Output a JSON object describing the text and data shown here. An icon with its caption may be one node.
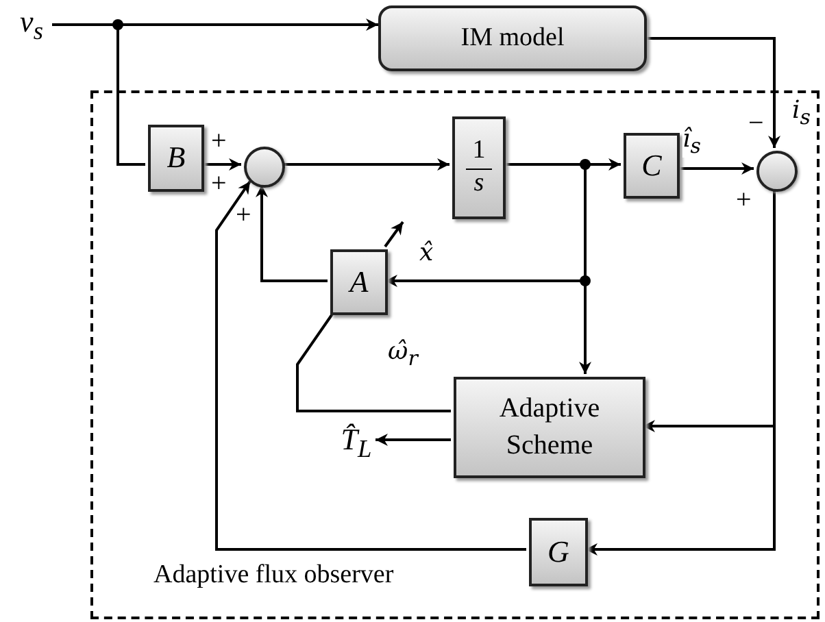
{
  "diagram": {
    "nodes": [
      {
        "text": [
          "v$_{s}$"
        ]
      },
      {
        "text": [
          "IM model"
        ]
      },
      {
        "text": [
          "Adaptive flux observer"
        ]
      },
      {
        "text": [
          "B"
        ],
        "in": 2
      },
      {
        "text": [],
        "shape": "circle",
        "in": 2
      },
      {
        "text": [
          "1",
          "s"
        ],
        "in": 2
      },
      {
        "text": [
          "C"
        ],
        "in": 2
      },
      {
        "text": [],
        "shape": "circle",
        "in": 2
      },
      {
        "text": [
          "A"
        ],
        "in": 2
      },
      {
        "text": [
          "Adaptive Scheme"
        ],
        "in": 2
      },
      {
        "text": [
          "G"
        ],
        "in": 2
      },
      {
        "text": [
          "T̂$_{L}$"
        ],
        "in": 2
      }
    ],
    "edges": [
      {
        "from": 0,
        "to": 1,
        "arrow": "to"
      },
      {
        "from": 0,
        "to": 3,
        "arrow": "none"
      },
      {
        "from": 3,
        "to": 4,
        "arrow": "to"
      },
      {
        "from": 4,
        "to": 5,
        "arrow": "to"
      },
      {
        "from": 5,
        "to": 6,
        "arrow": "to"
      },
      {
        "from": 5,
        "to": 8,
        "arrow": "to",
        "label": "x̂"
      },
      {
        "from": 5,
        "to": 9,
        "arrow": "to"
      },
      {
        "from": 6,
        "to": 7,
        "arrow": "to",
        "label": "î$_{s}$"
      },
      {
        "from": 1,
        "to": 7,
        "arrow": "to",
        "label": "i$_{s}$"
      },
      {
        "from": 7,
        "to": 9,
        "arrow": "to"
      },
      {
        "from": 7,
        "to": 10,
        "arrow": "to"
      },
      {
        "from": 10,
        "to": 4,
        "arrow": "to"
      },
      {
        "from": 8,
        "to": 4,
        "arrow": "to"
      },
      {
        "from": 9,
        "to": 8,
        "arrow": "none",
        "label": "ω̂$_{r}$"
      },
      {
        "from": 9,
        "to": 11,
        "arrow": "to"
      }
    ],
    "labels": [
      "+",
      "+",
      "+",
      "−",
      "+"
    ]
  }
}
